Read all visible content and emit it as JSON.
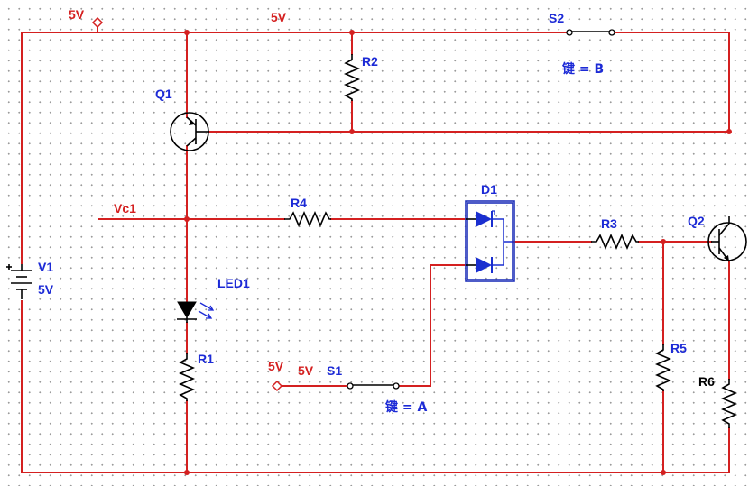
{
  "labels": {
    "supply_port_top": "5V",
    "rail_top": "5V",
    "node_vc1": "Vc1",
    "supply_port_s1": "5V",
    "supply_label_s1": "5V"
  },
  "components": {
    "V1": {
      "ref": "V1",
      "value": "5V"
    },
    "Q1": {
      "ref": "Q1"
    },
    "Q2": {
      "ref": "Q2"
    },
    "R1": {
      "ref": "R1"
    },
    "R2": {
      "ref": "R2"
    },
    "R3": {
      "ref": "R3"
    },
    "R4": {
      "ref": "R4"
    },
    "R5": {
      "ref": "R5"
    },
    "R6": {
      "ref": "R6"
    },
    "LED1": {
      "ref": "LED1"
    },
    "D1": {
      "ref": "D1"
    },
    "S1": {
      "ref": "S1",
      "key": "键 = A"
    },
    "S2": {
      "ref": "S2",
      "key": "键 = B"
    }
  },
  "colors": {
    "wire": "#d42020",
    "label": "#1c2ad6",
    "symbol": "#000000",
    "optocoupler": "#2233bb",
    "grid_dot": "#9a9a9a"
  }
}
